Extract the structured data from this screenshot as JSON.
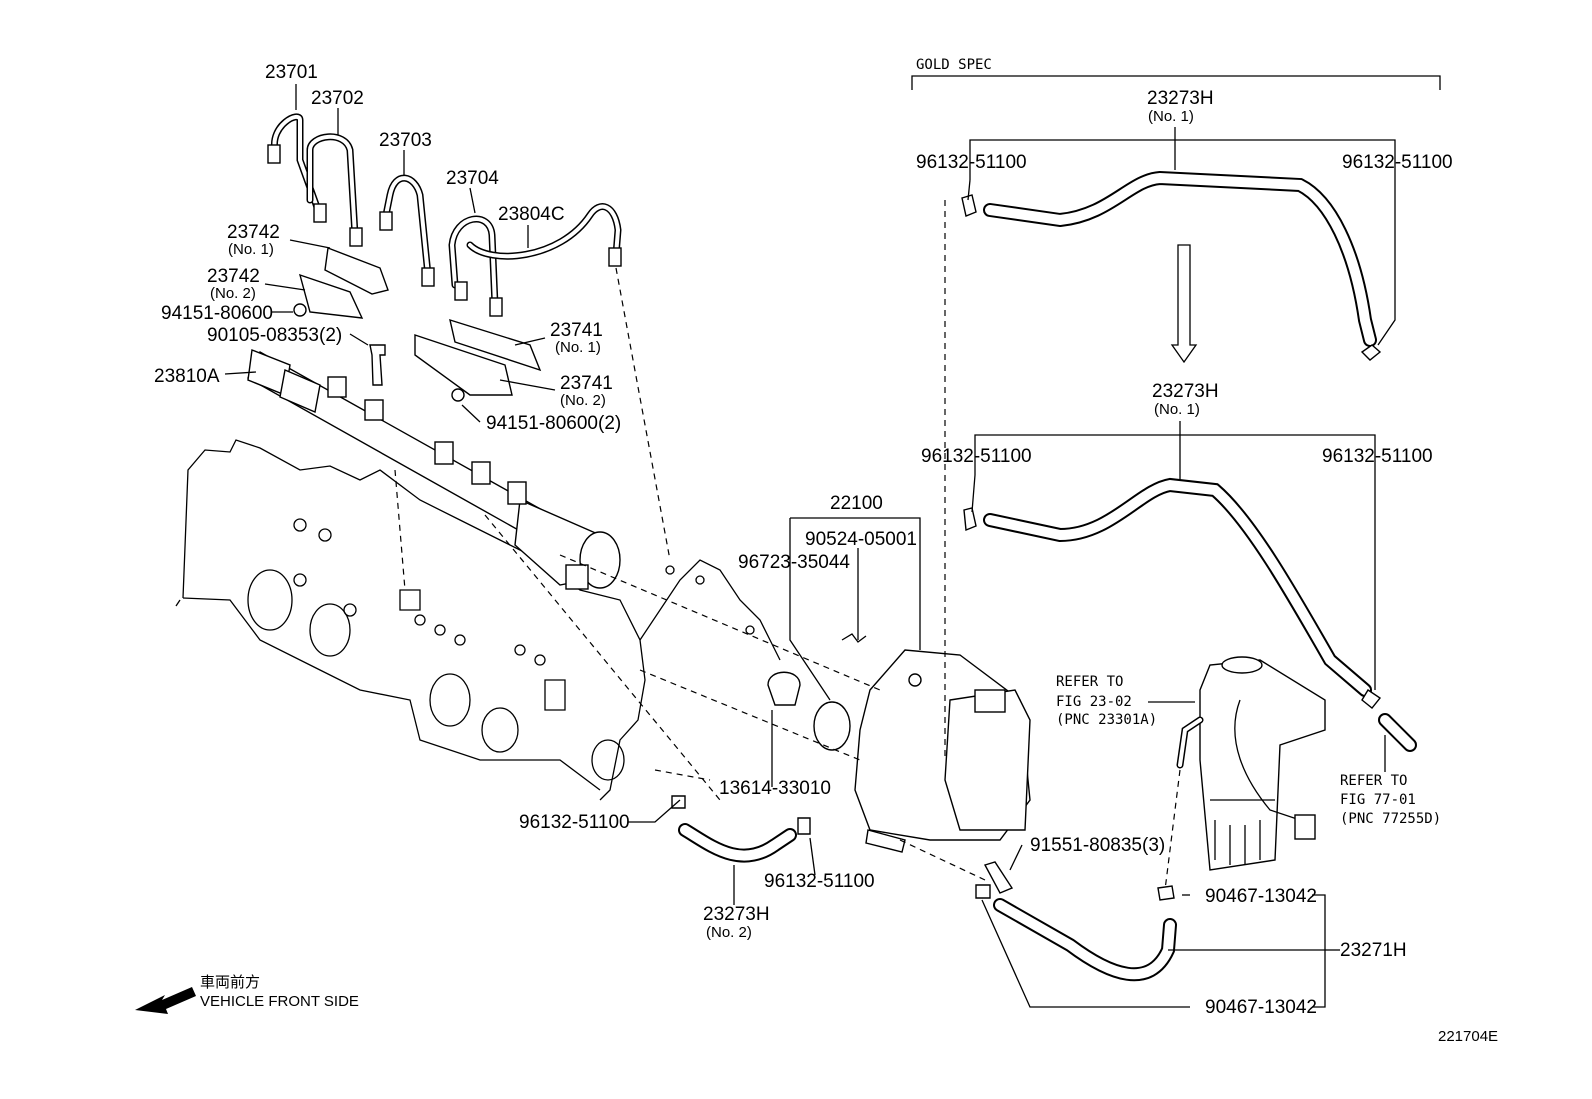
{
  "labels": {
    "p23701": "23701",
    "p23702": "23702",
    "p23703": "23703",
    "p23704": "23704",
    "p23804c": "23804C",
    "p23742_1": "23742",
    "p23742_1_sub": "(No. 1)",
    "p23742_2": "23742",
    "p23742_2_sub": "(No. 2)",
    "p94151_a": "94151-80600",
    "p90105": "90105-08353(2)",
    "p23810a": "23810A",
    "p23741_1": "23741",
    "p23741_1_sub": "(No. 1)",
    "p23741_2": "23741",
    "p23741_2_sub": "(No. 2)",
    "p94151_b": "94151-80600(2)",
    "p22100": "22100",
    "p90524": "90524-05001",
    "p96723": "96723-35044",
    "p13614": "13614-33010",
    "p96132_left1": "96132-51100",
    "p96132_left2": "96132-51100",
    "p23273h_2": "23273H",
    "p23273h_2_sub": "(No. 2)",
    "p91551": "91551-80835(3)",
    "p90467_a": "90467-13042",
    "p90467_b": "90467-13042",
    "p23271h": "23271H",
    "gold_spec": "GOLD SPEC",
    "p23273h_top": "23273H",
    "p23273h_top_sub": "(No. 1)",
    "p96132_top_l": "96132-51100",
    "p96132_top_r": "96132-51100",
    "p23273h_mid": "23273H",
    "p23273h_mid_sub": "(No. 1)",
    "p96132_mid_l": "96132-51100",
    "p96132_mid_r": "96132-51100",
    "refer1_a": "REFER TO",
    "refer1_b": "FIG 23-02",
    "refer1_c": "(PNC 23301A)",
    "refer2_a": "REFER TO",
    "refer2_b": "FIG  77-01",
    "refer2_c": "(PNC 77255D)",
    "front_jp": "車両前方",
    "front_en": "VEHICLE FRONT SIDE",
    "fig_id": "221704E"
  }
}
